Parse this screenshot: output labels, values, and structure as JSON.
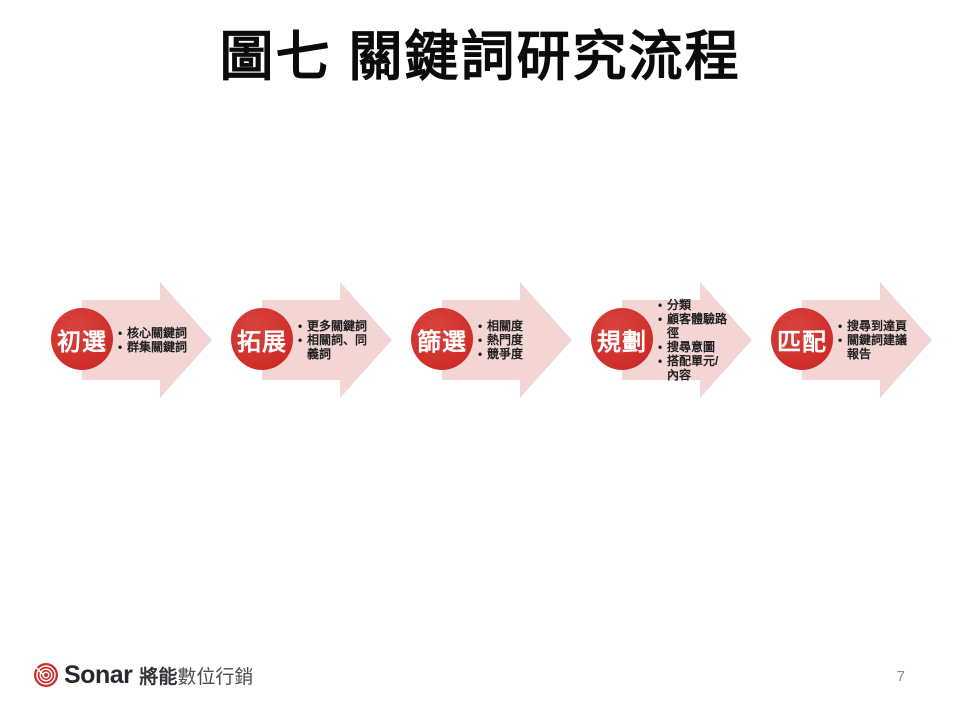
{
  "slide": {
    "title": "圖七 關鍵詞研究流程",
    "page_number": "7"
  },
  "flow": {
    "steps": [
      {
        "label": "初選",
        "bullets": [
          "核心關鍵詞",
          "群集關鍵詞"
        ]
      },
      {
        "label": "拓展",
        "bullets": [
          "更多關鍵詞",
          "相關詞、同義詞"
        ]
      },
      {
        "label": "篩選",
        "bullets": [
          "相關度",
          "熱門度",
          "競爭度"
        ]
      },
      {
        "label": "規劃",
        "bullets": [
          "分類",
          "顧客體驗路徑",
          "搜尋意圖",
          "搭配單元/內容"
        ]
      },
      {
        "label": "匹配",
        "bullets": [
          "搜尋到達頁",
          "關鍵詞建議報告"
        ]
      }
    ]
  },
  "footer": {
    "logo_text": "Sonar",
    "company_name_bold": "將能",
    "company_name_rest": "數位行銷",
    "logo_icon": "sonar-spiral-icon"
  },
  "colors": {
    "circle_red": "#ce2c28",
    "arrow_pink": "#f3d6d3",
    "title_black": "#0b0b0b",
    "bullet_text": "#1f1f1f",
    "logo_red": "#c9302c",
    "page_number_gray": "#8b8b8b"
  }
}
